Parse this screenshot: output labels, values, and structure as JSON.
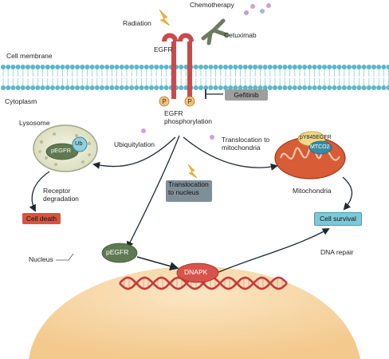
{
  "labels": {
    "chemotherapy": "Chemotherapy",
    "radiation": "Radiation",
    "cetuximab": "Cetuximab",
    "egfr": "EGFR",
    "cell_membrane": "Cell membrane",
    "cytoplasm": "Cytoplasm",
    "gefitinib": "Gefitinib",
    "egfr_phosphorylation": "EGFR phosphorylation",
    "lysosome": "Lysosome",
    "ubiquitylation": "Ubiquitylation",
    "ub": "Ub",
    "pegfr": "pEGFR",
    "translocation_mito": "Translocation to mitochondria",
    "p_egfr_mito": "pY845EGFR",
    "mtco2": "MTCO2",
    "mitochondria": "Mitochondria",
    "receptor_degradation": "Receptor degradation",
    "translocation_nucleus": "Translocation to nucleus",
    "cell_death": "Cell death",
    "cell_survival": "Cell survival",
    "nucleus": "Nucleus",
    "nuclear_pegfr": "pEGFR",
    "dnapk": "DNAPK",
    "dna_repair": "DNA repair",
    "p": "P"
  },
  "colors": {
    "membrane": "#5bb7c9",
    "receptor": "#c94a4a",
    "cell_death": "#d9533e",
    "cell_survival": "#7ec8d8",
    "gefitinib": "#9e9e9e",
    "translocation_box": "#7f8f9a",
    "nucleus": "#f7d9a8",
    "mitochondria": "#d85c35",
    "dna": "#c8393a"
  }
}
